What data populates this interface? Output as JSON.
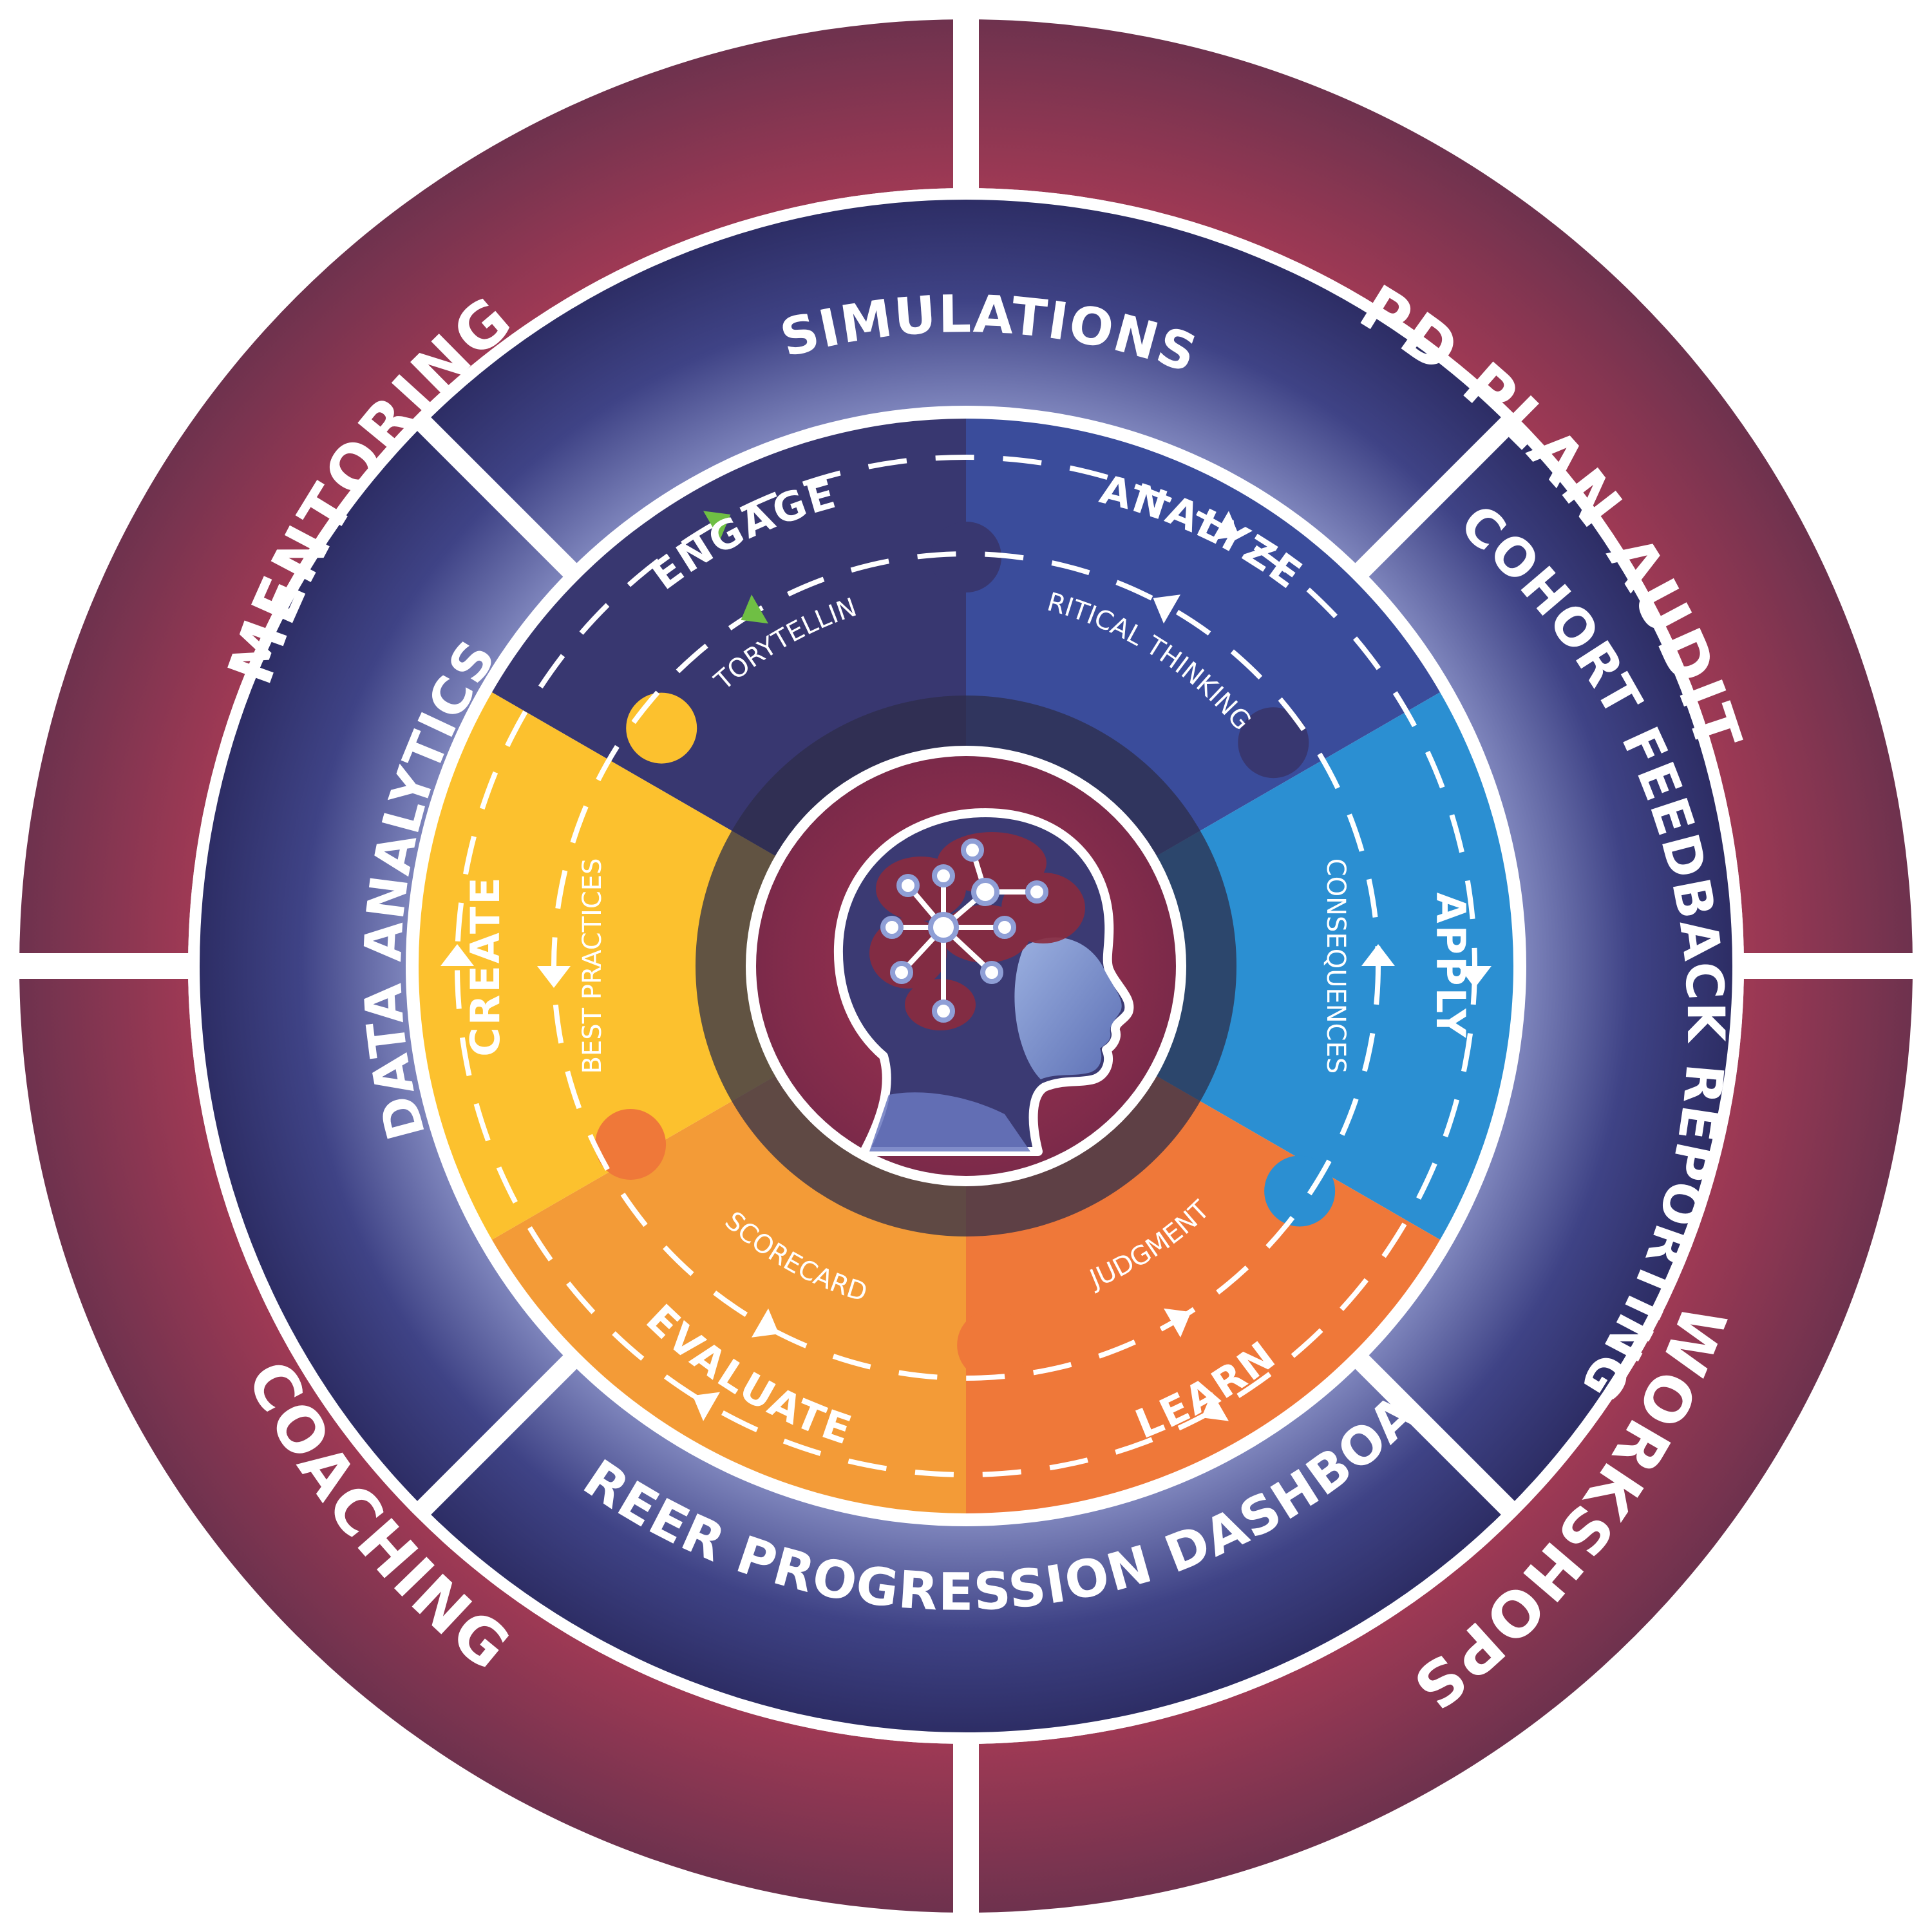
{
  "outer_ring": {
    "mentoring": "MENTORING",
    "pd_plan_audit": "PD PLAN AUDIT",
    "workshops": "WORKSHOPS",
    "coaching": "COACHING"
  },
  "middle_ring": {
    "simulations": "SIMULATIONS",
    "cohort_feedback_reporting": "COHORT FEEDBACK REPORTING",
    "career_progression_dashboard": "CAREER PROGRESSION DASHBOARD",
    "data_analytics": "DATA ANALYTICS"
  },
  "stages": {
    "engage": {
      "label": "ENGAGE",
      "skill": "STORYTELLING"
    },
    "analyze": {
      "label": "ANALYZE",
      "skill": "CRITICAL THINKING"
    },
    "apply": {
      "label": "APPLY",
      "skill": "CONSEQUENCES"
    },
    "learn": {
      "label": "LEARN",
      "skill": "JUDGMENT"
    },
    "evaluate": {
      "label": "EVALUATE",
      "skill": "SCORECARD"
    },
    "create": {
      "label": "CREATE",
      "skill": "BEST PRACTICES"
    }
  },
  "colors": {
    "outer_maroon": "#8e3652",
    "middle_navy": "#3d3f7e",
    "engage": "#383770",
    "analyze": "#3a4c9b",
    "apply": "#2b8fd2",
    "learn": "#ef7839",
    "evaluate": "#f39b37",
    "create": "#fcc12e",
    "arrow_green": "#6fbf44"
  },
  "center_icon": "head-brain-network-icon"
}
